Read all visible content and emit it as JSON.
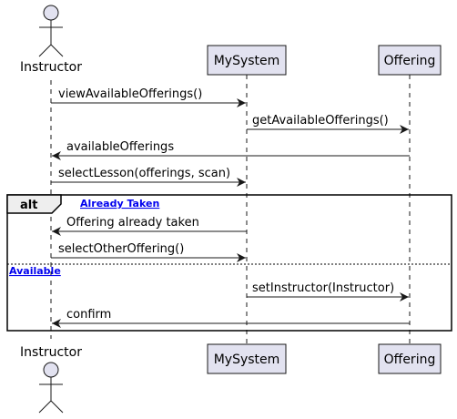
{
  "participants": {
    "instructor": {
      "name": "Instructor",
      "kind": "actor"
    },
    "mysystem": {
      "name": "MySystem",
      "kind": "participant"
    },
    "offering": {
      "name": "Offering",
      "kind": "participant"
    }
  },
  "messages": [
    {
      "from": "instructor",
      "to": "mysystem",
      "label": "viewAvailableOfferings()"
    },
    {
      "from": "mysystem",
      "to": "offering",
      "label": "getAvailableOfferings()"
    },
    {
      "from": "offering",
      "to": "instructor",
      "label": "availableOfferings"
    },
    {
      "from": "instructor",
      "to": "mysystem",
      "label": "selectLesson(offerings, scan)"
    },
    {
      "from": "mysystem",
      "to": "instructor",
      "label": "Offering already taken"
    },
    {
      "from": "instructor",
      "to": "mysystem",
      "label": "selectOtherOffering()"
    },
    {
      "from": "mysystem",
      "to": "offering",
      "label": "setInstructor(Instructor)"
    },
    {
      "from": "offering",
      "to": "instructor",
      "label": "confirm"
    }
  ],
  "fragment": {
    "keyword": "alt",
    "guard_1": "Already Taken",
    "guard_2": "Available"
  },
  "colors": {
    "participant_fill": "#e2e2f0",
    "participant_stroke": "#181818",
    "lifeline": "#181818",
    "guard_link": "#0000ee"
  }
}
